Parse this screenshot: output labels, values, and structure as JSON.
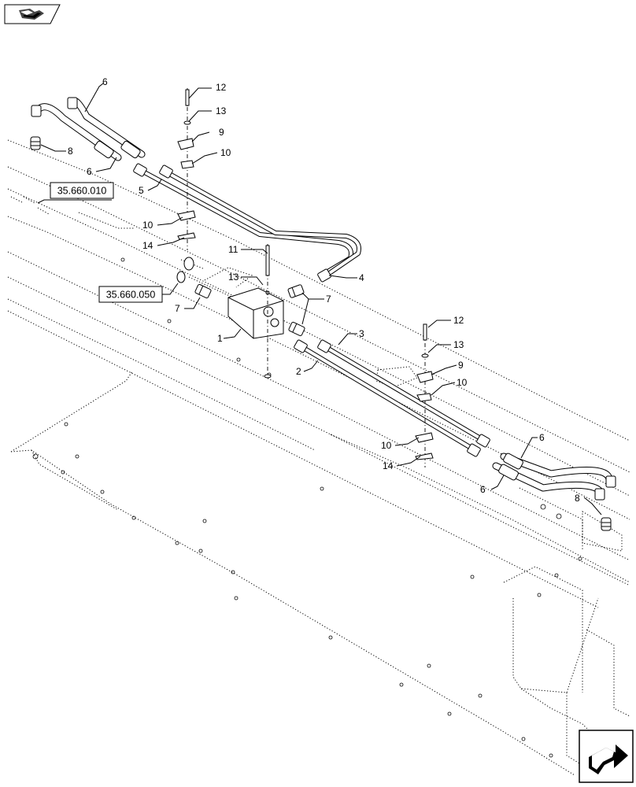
{
  "header": {
    "icon": "exploded-view-icon"
  },
  "footer": {
    "icon": "next-page-arrow-icon"
  },
  "references": [
    {
      "id": "ref-35660010",
      "text": "35.660.010"
    },
    {
      "id": "ref-35660050",
      "text": "35.660.050"
    }
  ],
  "callouts": [
    {
      "id": "c12a",
      "text": "12"
    },
    {
      "id": "c13a",
      "text": "13"
    },
    {
      "id": "c9a",
      "text": "9"
    },
    {
      "id": "c10a",
      "text": "10"
    },
    {
      "id": "c6a",
      "text": "6"
    },
    {
      "id": "c8a",
      "text": "8"
    },
    {
      "id": "c6b",
      "text": "6"
    },
    {
      "id": "c5",
      "text": "5"
    },
    {
      "id": "c10b",
      "text": "10"
    },
    {
      "id": "c14a",
      "text": "14"
    },
    {
      "id": "c11",
      "text": "11"
    },
    {
      "id": "c13b",
      "text": "13"
    },
    {
      "id": "c4",
      "text": "4"
    },
    {
      "id": "c7a",
      "text": "7"
    },
    {
      "id": "c7b",
      "text": "7"
    },
    {
      "id": "c1",
      "text": "1"
    },
    {
      "id": "c3",
      "text": "3"
    },
    {
      "id": "c2",
      "text": "2"
    },
    {
      "id": "c12b",
      "text": "12"
    },
    {
      "id": "c13c",
      "text": "13"
    },
    {
      "id": "c9b",
      "text": "9"
    },
    {
      "id": "c10c",
      "text": "10"
    },
    {
      "id": "c10d",
      "text": "10"
    },
    {
      "id": "c14b",
      "text": "14"
    },
    {
      "id": "c6c",
      "text": "6"
    },
    {
      "id": "c6d",
      "text": "6"
    },
    {
      "id": "c8b",
      "text": "8"
    }
  ]
}
